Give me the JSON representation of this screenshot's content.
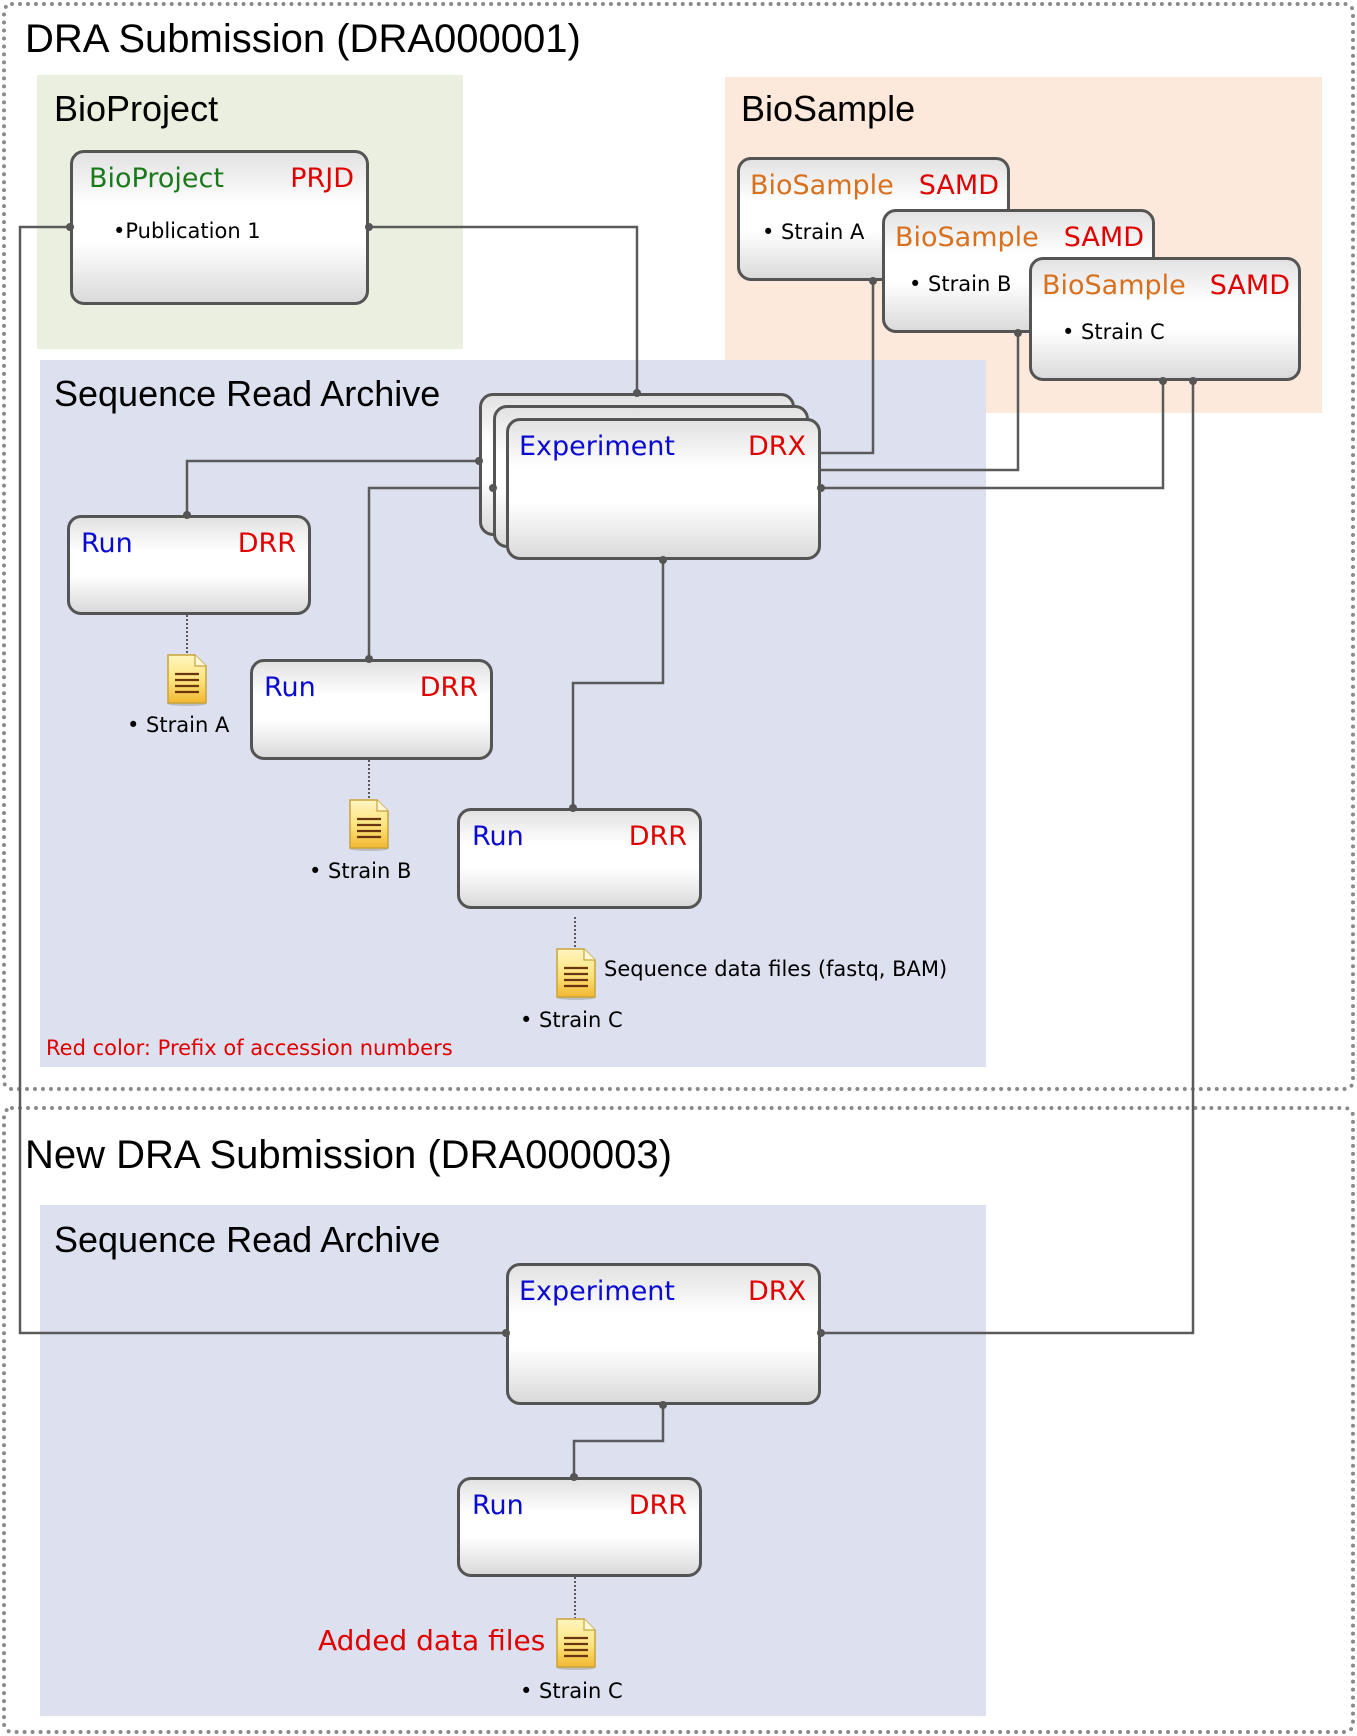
{
  "colors": {
    "accession_prefix": "#e00000",
    "sra_entity": "#0a0ad0",
    "bioproject_entity": "#1a7a1a",
    "biosample_entity": "#d8701e",
    "bioproject_region": "#ebefe0",
    "biosample_region": "#fde9dc",
    "sra_region": "#dde0ee"
  },
  "submission1": {
    "title": "DRA Submission (DRA000001)",
    "bioproject_region": {
      "title": "BioProject",
      "node": {
        "label": "BioProject",
        "prefix": "PRJD",
        "item": "•Publication 1"
      }
    },
    "biosample_region": {
      "title": "BioSample",
      "nodes": [
        {
          "label": "BioSample",
          "prefix": "SAMD",
          "item": "• Strain A"
        },
        {
          "label": "BioSample",
          "prefix": "SAMD",
          "item": "• Strain B"
        },
        {
          "label": "BioSample",
          "prefix": "SAMD",
          "item": "• Strain C"
        }
      ]
    },
    "sra_region": {
      "title": "Sequence Read Archive",
      "experiment": {
        "label": "Experiment",
        "prefix": "DRX"
      },
      "runs": [
        {
          "label": "Run",
          "prefix": "DRR",
          "file_caption": "• Strain A",
          "file_icon": "document-icon"
        },
        {
          "label": "Run",
          "prefix": "DRR",
          "file_caption": "• Strain B",
          "file_icon": "document-icon"
        },
        {
          "label": "Run",
          "prefix": "DRR",
          "file_caption": "• Strain C",
          "file_icon": "document-icon"
        }
      ],
      "files_note": "Sequence data files (fastq, BAM)",
      "legend": "Red color: Prefix of accession numbers"
    }
  },
  "submission2": {
    "title": "New DRA Submission (DRA000003)",
    "sra_region": {
      "title": "Sequence Read Archive",
      "experiment": {
        "label": "Experiment",
        "prefix": "DRX"
      },
      "run": {
        "label": "Run",
        "prefix": "DRR",
        "file_caption": "• Strain C",
        "file_icon": "document-icon"
      },
      "added_note": "Added data files"
    }
  }
}
